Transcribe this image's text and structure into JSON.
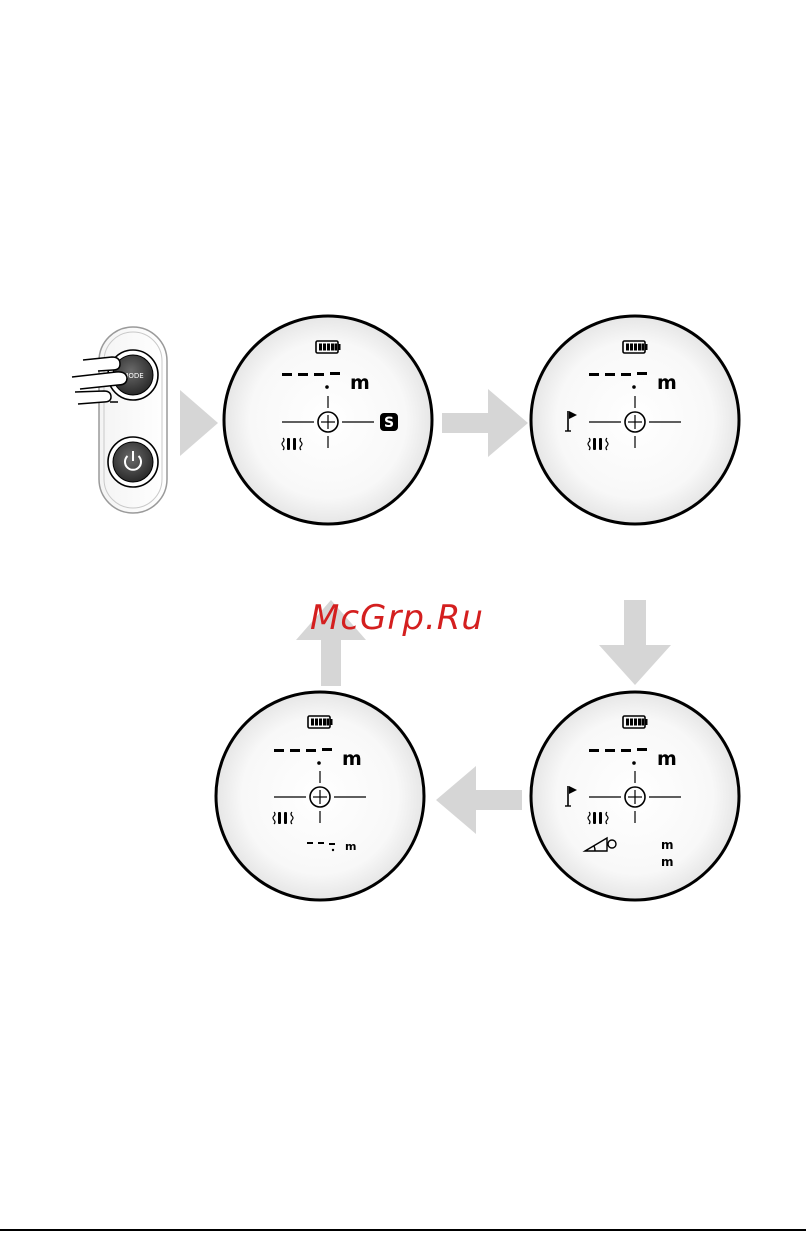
{
  "watermark": "McGrp.Ru",
  "remote": {
    "mode_label": "MODE"
  },
  "displays": [
    {
      "id": "scan",
      "distance": "- - - - m",
      "side_badge": "S",
      "flag": false,
      "extra": null
    },
    {
      "id": "pin",
      "distance": "- - - - m",
      "side_badge": null,
      "flag": true,
      "extra": null
    },
    {
      "id": "slope",
      "distance": "- - - - m",
      "side_badge": null,
      "flag": true,
      "extra": {
        "unit_1": "m",
        "unit_2": "m"
      }
    },
    {
      "id": "continuous",
      "distance": "- - - - m",
      "side_badge": null,
      "flag": false,
      "extra": {
        "small_distance": "- - - m"
      }
    }
  ],
  "colors": {
    "arrow": "#d6d6d6",
    "outline": "#000000",
    "lens_fill": "#f7f7f7",
    "watermark": "#d41f1f"
  }
}
